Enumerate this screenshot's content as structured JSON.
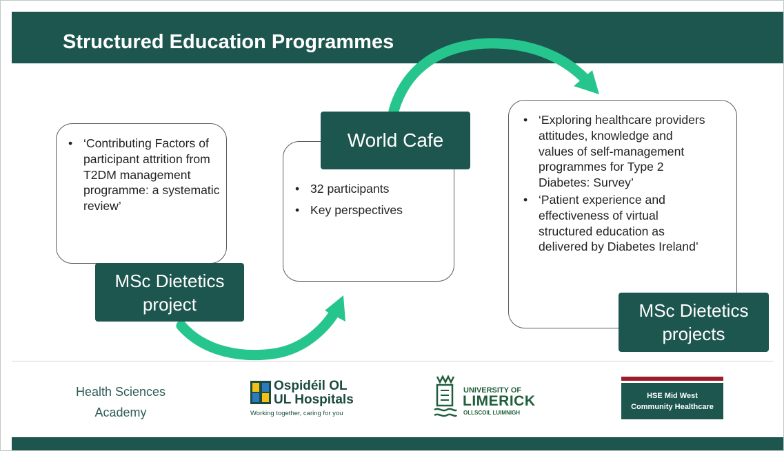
{
  "title": "Structured Education Programmes",
  "left_box": {
    "bullets": [
      "‘Contributing Factors of participant attrition from T2DM management programme: a systematic review’"
    ],
    "label": "MSc Dietetics\nproject"
  },
  "middle_box": {
    "label": "World Cafe",
    "bullets": [
      "32 participants",
      "Key perspectives"
    ]
  },
  "right_box": {
    "bullets": [
      "‘Exploring healthcare providers attitudes, knowledge and values of self-management programmes for Type 2 Diabetes: Survey’",
      "‘Patient experience and effectiveness of virtual structured education as delivered by Diabetes Ireland’"
    ],
    "label": "MSc Dietetics\nprojects"
  },
  "footer": {
    "health_sciences": "Health Sciences\nAcademy",
    "ul_hospitals": {
      "name": "Ospidéil OL\nUL Hospitals",
      "tagline": "Working together, caring for you"
    },
    "university_limerick": {
      "line1": "UNIVERSITY OF",
      "line2": "LIMERICK",
      "line3": "OLLSCOIL LUIMNIGH"
    },
    "hse": {
      "text": "HSE Mid West\nCommunity Healthcare"
    }
  },
  "colors": {
    "primary": "#1d564e",
    "arrow": "#27c58e",
    "hse_red": "#9d1c2a"
  }
}
